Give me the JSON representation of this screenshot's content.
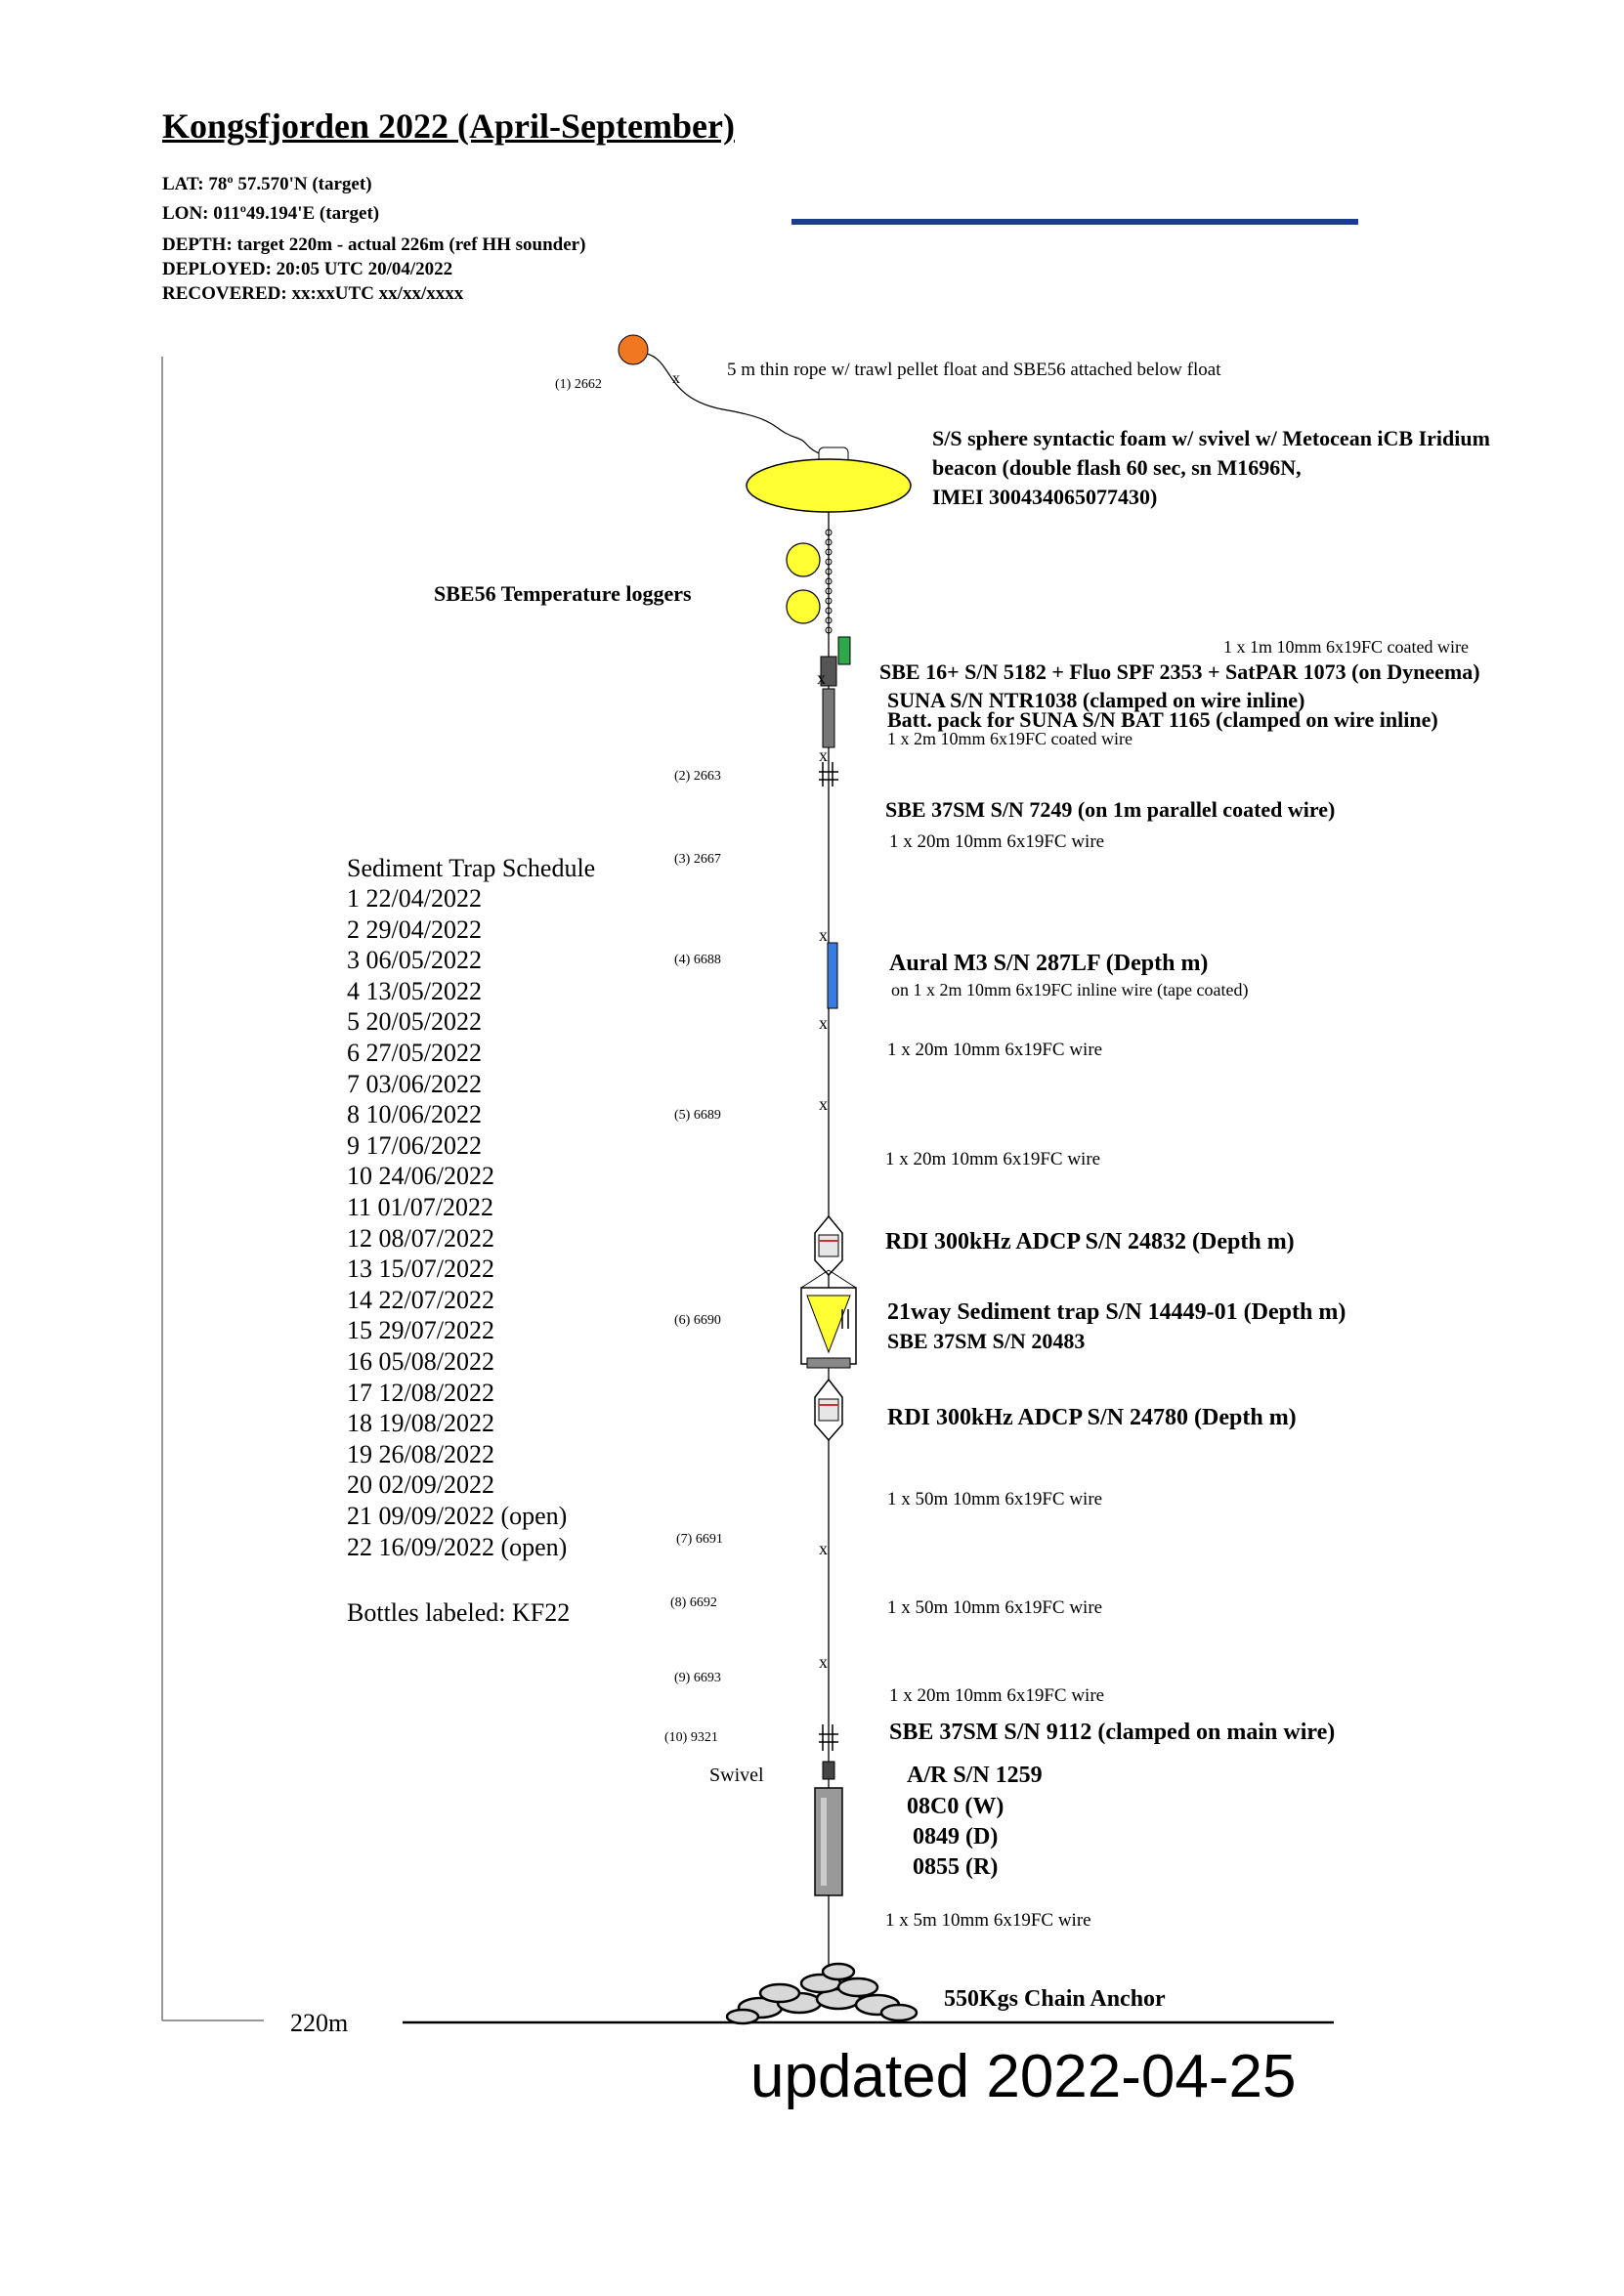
{
  "header": {
    "title": "Kongsfjorden 2022 (April-September)",
    "lat": "LAT:  78º 57.570'N (target)",
    "lon": "LON:  011º49.194'E (target)",
    "depth": "DEPTH: target 220m - actual  226m (ref HH sounder)",
    "deployed": "DEPLOYED:      20:05 UTC   20/04/2022",
    "recovered": "RECOVERED:     xx:xxUTC xx/xx/xxxx"
  },
  "mooring": {
    "surface_float": "5 m thin rope w/ trawl pellet float and SBE56 attached below float",
    "sphere_line1": "S/S sphere syntactic foam w/ svivel w/ Metocean iCB Iridium",
    "sphere_line2": "beacon (double flash 60 sec, sn M1696N,",
    "sphere_line3": "IMEI 300434065077430)",
    "temp_loggers": "SBE56 Temperature loggers",
    "wire_1m": "1 x 1m 10mm 6x19FC coated wire",
    "sbe16": "SBE 16+ S/N 5182 + Fluo SPF 2353 + SatPAR 1073 (on Dyneema)",
    "suna": "SUNA S/N NTR1038   (clamped on wire inline)",
    "batt": "Batt. pack for SUNA S/N BAT 1165 (clamped on wire inline)",
    "wire_2m": "1 x 2m 10mm 6x19FC coated wire",
    "sbe37_7249": "SBE 37SM S/N 7249 (on 1m parallel coated wire)",
    "wire_20m_a": "1 x 20m 10mm 6x19FC wire",
    "aural": "Aural M3 S/N 287LF (Depth          m)",
    "aural_sub": "on 1 x 2m 10mm 6x19FC inline wire (tape coated)",
    "wire_20m_b": "1 x 20m 10mm 6x19FC wire",
    "wire_20m_c": "1 x 20m 10mm 6x19FC wire",
    "adcp1": "RDI 300kHz ADCP S/N 24832 (Depth      m)",
    "trap": "21way Sediment trap S/N 14449-01 (Depth    m)",
    "sbe37_20483": "SBE 37SM S/N 20483",
    "adcp2": "RDI 300kHz ADCP S/N 24780 (Depth    m)",
    "wire_50m_a": "1 x 50m 10mm 6x19FC wire",
    "wire_50m_b": "1 x 50m 10mm 6x19FC wire",
    "wire_20m_d": "1 x 20m 10mm 6x19FC wire",
    "sbe37_9112": "SBE 37SM S/N 9112 (clamped on main wire)",
    "swivel": "Swivel",
    "ar": "A/R S/N 1259",
    "ar_w": "08C0 (W)",
    "ar_d": "0849 (D)",
    "ar_r": "0855 (R)",
    "wire_5m": "1 x 5m 10mm 6x19FC wire",
    "anchor": "550Kgs Chain Anchor",
    "depth_label": "220m",
    "updated": "updated 2022-04-25"
  },
  "shackle_numbers": [
    "(1) 2662",
    "(2) 2663",
    "(3) 2667",
    "(4) 6688",
    "(5) 6689",
    "(6) 6690",
    "(7) 6691",
    "(8) 6692",
    "(9) 6693",
    "(10) 9321"
  ],
  "schedule": {
    "title": "Sediment Trap Schedule",
    "items": [
      "1    22/04/2022",
      "2    29/04/2022",
      "3    06/05/2022",
      "4    13/05/2022",
      "5    20/05/2022",
      "6    27/05/2022",
      "7    03/06/2022",
      "8    10/06/2022",
      "9    17/06/2022",
      "10 24/06/2022",
      "11 01/07/2022",
      "12 08/07/2022",
      "13 15/07/2022",
      "14 22/07/2022",
      "15 29/07/2022",
      "16 05/08/2022",
      "17 12/08/2022",
      "18 19/08/2022",
      "19 26/08/2022",
      "20 02/09/2022",
      "21 09/09/2022 (open)",
      "22 16/09/2022 (open)"
    ],
    "bottles": "Bottles labeled: KF22"
  },
  "colors": {
    "float": "#f07820",
    "sphere": "#ffff33",
    "bar": "#1a3d8f",
    "aural": "#3a7be0",
    "sbe16": "#2ea84a"
  }
}
